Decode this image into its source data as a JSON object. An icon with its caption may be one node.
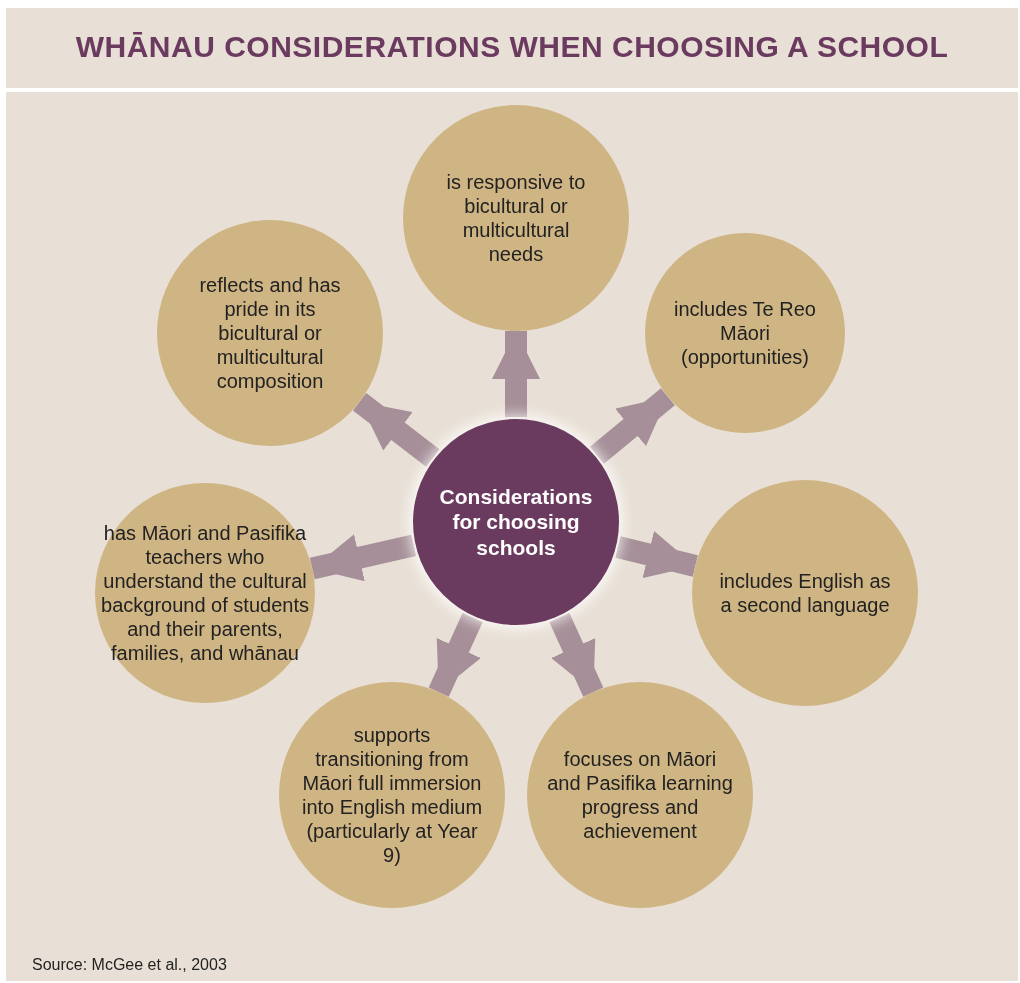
{
  "diagram": {
    "title": "WHĀNAU CONSIDERATIONS WHEN CHOOSING A SCHOOL",
    "caption": "Source: McGee et al., 2003",
    "nodes": [
      {
        "text": [
          "Considerations for choosing schools"
        ]
      },
      {
        "text": [
          "is responsive to bicultural or multicultural needs"
        ]
      },
      {
        "text": [
          "includes Te Reo Māori (opportunities)"
        ]
      },
      {
        "text": [
          "includes English as a second language"
        ]
      },
      {
        "text": [
          "focuses on Māori and Pasifika learning progress and achievement"
        ]
      },
      {
        "text": [
          "supports transitioning from Māori full immersion into English medium (particularly at Year 9)"
        ]
      },
      {
        "text": [
          "has Māori and Pasifika teachers who understand the cultural background of students and their parents, families, and whānau"
        ]
      },
      {
        "text": [
          "reflects and has pride in its bicultural or multicultural composition"
        ]
      }
    ],
    "edges": [
      {
        "from": 0,
        "to": 1,
        "arrow": "to"
      },
      {
        "from": 0,
        "to": 2,
        "arrow": "to"
      },
      {
        "from": 0,
        "to": 3,
        "arrow": "to"
      },
      {
        "from": 0,
        "to": 4,
        "arrow": "to"
      },
      {
        "from": 0,
        "to": 5,
        "arrow": "to"
      },
      {
        "from": 0,
        "to": 6,
        "arrow": "to"
      },
      {
        "from": 0,
        "to": 7,
        "arrow": "to"
      }
    ]
  }
}
